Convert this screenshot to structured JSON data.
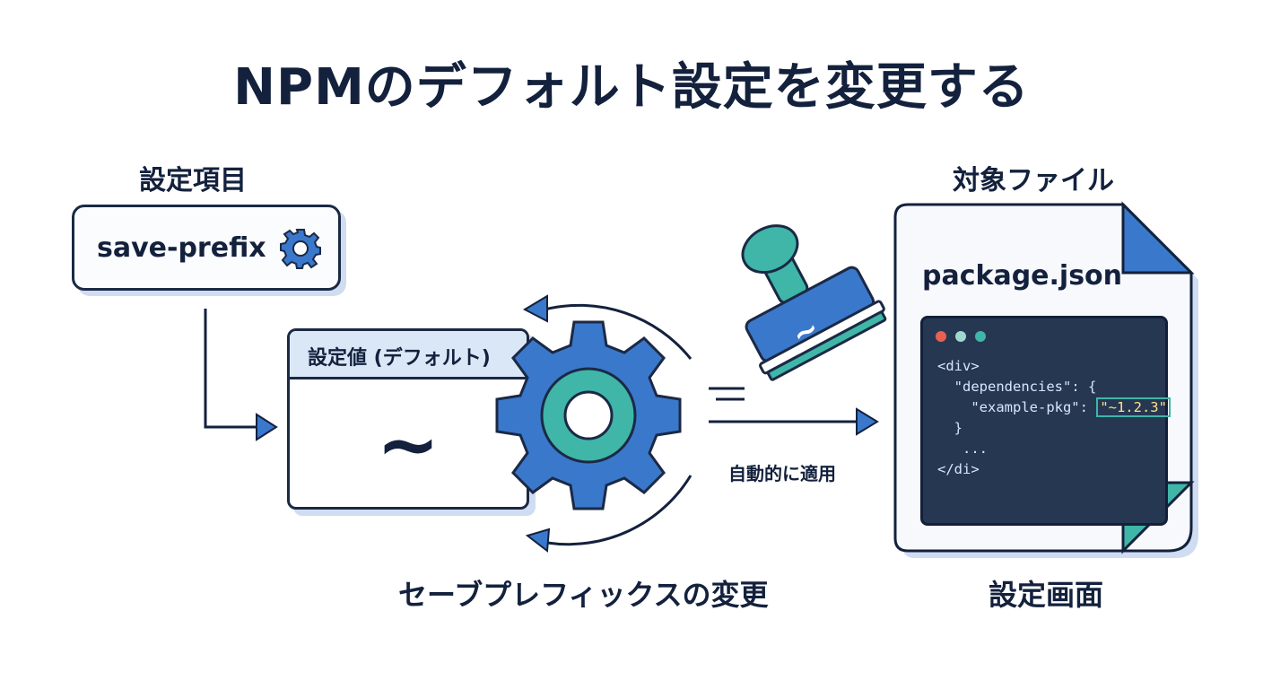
{
  "title": "NPMのデフォルト設定を変更する",
  "setting_item": {
    "heading": "設定項目",
    "name": "save-prefix"
  },
  "setting_value": {
    "heading": "設定値 (デフォルト)",
    "value": "~"
  },
  "process": {
    "caption": "セーブプレフィックスの変更",
    "stamp_symbol": "~",
    "apply_label": "自動的に適用"
  },
  "target_file": {
    "heading": "対象ファイル",
    "filename": "package.json",
    "code": {
      "line1": "<div>",
      "line2": "\"dependencies\": {",
      "line3_key": "\"example-pkg\": ",
      "line3_value": "\"~1.2.3\"",
      "line4": "}",
      "line5": "...",
      "line6": "</di>"
    },
    "footer": "設定画面"
  },
  "colors": {
    "navy": "#13213d",
    "blue": "#3a78cc",
    "teal": "#3fb6a8",
    "light_blue": "#cfdcf1",
    "editor_bg": "#263752"
  }
}
